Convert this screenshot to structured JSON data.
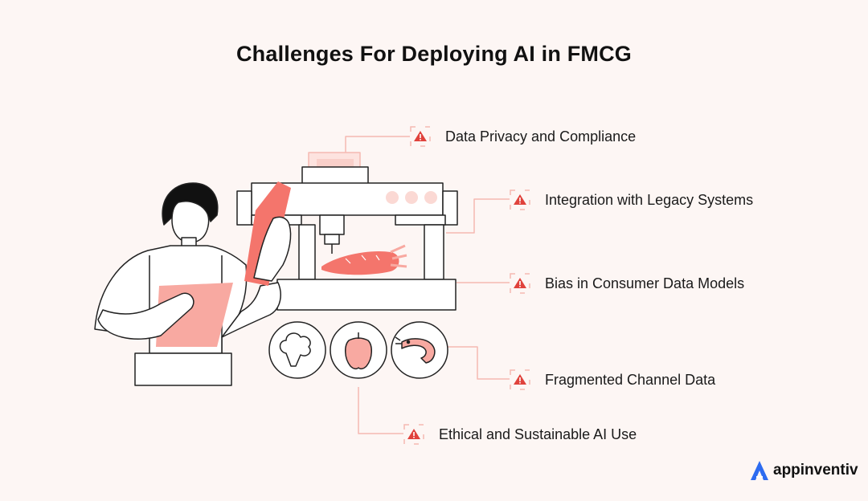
{
  "title": "Challenges For Deploying AI in FMCG",
  "challenges": [
    {
      "label": "Data Privacy and Compliance",
      "icon": "warning-icon"
    },
    {
      "label": "Integration with Legacy Systems",
      "icon": "warning-icon"
    },
    {
      "label": "Bias in Consumer Data Models",
      "icon": "warning-icon"
    },
    {
      "label": "Fragmented Channel Data",
      "icon": "warning-icon"
    },
    {
      "label": "Ethical and Sustainable AI Use",
      "icon": "warning-icon"
    }
  ],
  "brand": {
    "name": "appinventiv",
    "icon": "appinventiv-logo-icon",
    "color": "#2d6bf0"
  },
  "colors": {
    "accent": "#f4756c",
    "accent_light": "#f8a9a1",
    "warning": "#e0423c",
    "line": "#f5b9b2",
    "ink": "#1a1a1a"
  }
}
